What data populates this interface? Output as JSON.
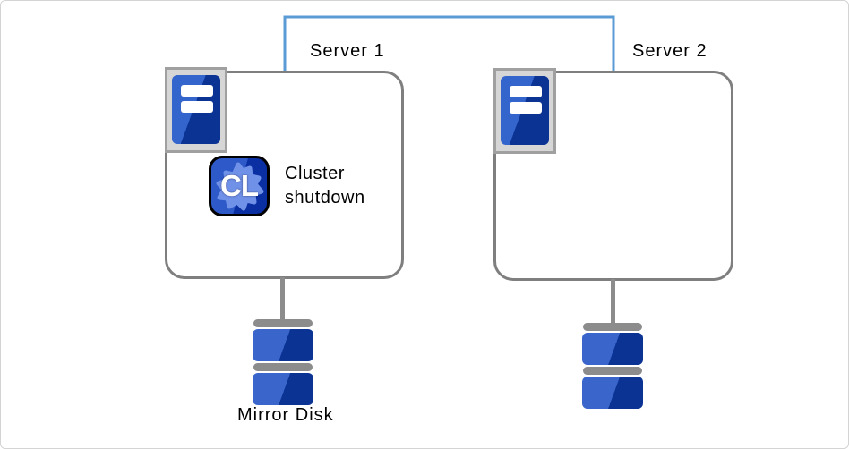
{
  "colors": {
    "connector": "#5B9BD5",
    "box-border": "#7F7F7F",
    "blue-light": "#3465CD",
    "blue-dark": "#0B3394",
    "platter-light": "#3A66CC",
    "cap-gray": "#8C8C8C",
    "frame-fill": "#D6D6D6",
    "frame-border": "#A0A0A0",
    "badge-blue-light": "#2E59C8",
    "badge-blue-dark": "#0A2FA3",
    "badge-blob": "#7091E8"
  },
  "servers": [
    {
      "label": "Server 1",
      "status_text": "Cluster shutdown",
      "badge_text": "CL"
    },
    {
      "label": "Server 2"
    }
  ],
  "storage": {
    "mirror_disk_label": "Mirror Disk"
  }
}
